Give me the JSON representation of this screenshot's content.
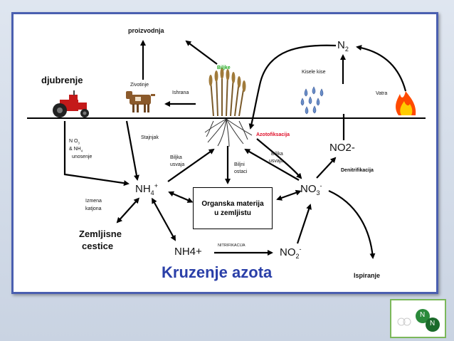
{
  "labels": {
    "proizvodnja": "proizvodnja",
    "djubrenje": "djubrenje",
    "zivotinje": "Zivotinje",
    "biljke": "Biljke",
    "kisele_kise": "Kisele kise",
    "n2": "N",
    "n2_sub": "2",
    "ishrana": "Ishrana",
    "vatra": "Vatra",
    "stajnjak": "Stajnjak",
    "azotofiksacija": "Azotofiksacija",
    "no3_nh4_line1": "N O",
    "no3_nh4_line1_sub": "3",
    "no3_nh4_line2": "& NH",
    "no3_nh4_line2_sub": "4",
    "unosenje": "unosenje",
    "no2_minus": "NO2-",
    "biljka_usvaja_left_1": "Biljka",
    "biljka_usvaja_left_2": "usvaja",
    "biljka_usvaja_right_1": "Biljka",
    "biljka_usvaja_right_2": "usvaja",
    "biljni_ostaci_1": "Biljni",
    "biljni_ostaci_2": "ostaci",
    "denitrifikacija": "Denitrifikacija",
    "nh4": "NH",
    "nh4_sub": "4",
    "nh4_sup": "+",
    "no3": "NO",
    "no3_sub": "3",
    "no3_sup": "-",
    "izmena_katjona_1": "Izmena",
    "izmena_katjona_2": "katjona",
    "organska_materija_1": "Organska materija",
    "organska_materija_2": "u zemljistu",
    "zemljisne_cestice_1": "Zemljisne",
    "zemljisne_cestice_2": "cestice",
    "nh4_plus": "NH4+",
    "nitrifikacija": "NITRIFIKACIJA",
    "no2": "NO",
    "no2_sub": "2",
    "no2_sup": "-",
    "ispiranje": "Ispiranje",
    "title": "Kruzenje azota"
  },
  "badge": {
    "atom1": "N",
    "atom2": "N"
  },
  "colors": {
    "frame": "#4a5fb0",
    "title": "#2a3fa8",
    "azotofiksacija": "#e0102a",
    "biljke": "#1aa81a",
    "fire": "#ff4a00",
    "rain": "#6a8ec8"
  }
}
